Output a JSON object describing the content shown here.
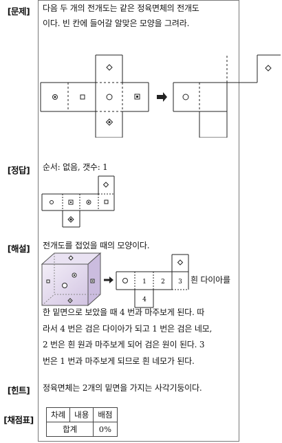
{
  "labels": {
    "problem": "[문제]",
    "answer": "[정답]",
    "explanation": "[해설]",
    "hint": "[힌트]",
    "scoring": "[채점표]"
  },
  "problem": {
    "line1": "다음 두 개의 전개도는 같은 정육면체의 전개도",
    "line2": "이다. 빈 칸에 들어갈 알맞은 모양을 그려라."
  },
  "answer": {
    "line": "순서: 없음,   갯수: 1"
  },
  "explanation": {
    "intro": "전개도를 접었을 때의 모양이다.",
    "side_note": "흰 다이아를",
    "net_numbers": [
      "1",
      "2",
      "3",
      "4"
    ],
    "para1": "한 밑면으로 보았을 때 4 번과 마주보게 된다. 따",
    "para2": "라서 4 번은 검은 다이아가 되고 1 번은 검은 네모,",
    "para3": "2 번은 흰 원과 마주보게 되어 검은 원이 된다. 3",
    "para4": "번은 1 번과 마주보게 되므로 흰 네모가 된다."
  },
  "hint": {
    "line": "정육면체는 2개의 밑면을 가지는 사각기둥이다."
  },
  "scoring": {
    "headers": [
      "차례",
      "내용",
      "배점"
    ],
    "total_label": "합계",
    "total_value": "0%"
  },
  "icons": [
    "white-diamond-icon",
    "black-diamond-icon",
    "white-square-icon",
    "black-square-icon",
    "white-circle-icon",
    "black-circle-icon",
    "arrow-right-icon"
  ]
}
